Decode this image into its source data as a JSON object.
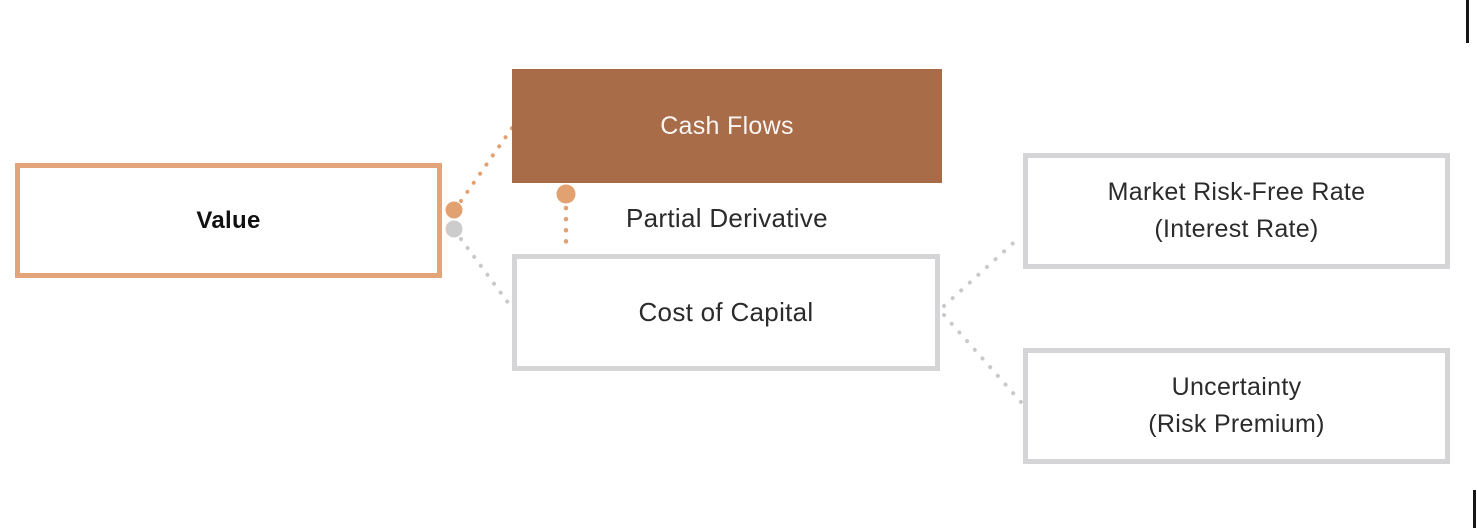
{
  "page": {
    "background": "#ffffff"
  },
  "colors": {
    "page_bg": "#ffffff",
    "orange": "#E2A478",
    "orange_dot": "#E2A171",
    "brown": "#A86C49",
    "gray_border": "#D5D5D8",
    "gray_dot": "#CCCCCC",
    "gray_line": "#C9C9C9",
    "text": "#2B2B2B",
    "white_text": "#FAF6F3",
    "tick": "#161616"
  },
  "diagram": {
    "value_label": "Value",
    "cash_flows_label": "Cash Flows",
    "partial_derivative_label": "Partial Derivative",
    "cost_of_capital_label": "Cost of Capital",
    "market_risk_free_rate_line1": "Market Risk-Free Rate",
    "market_risk_free_rate_line2": "(Interest Rate)",
    "uncertainty_line1": "Uncertainty",
    "uncertainty_line2": "(Risk Premium)"
  }
}
